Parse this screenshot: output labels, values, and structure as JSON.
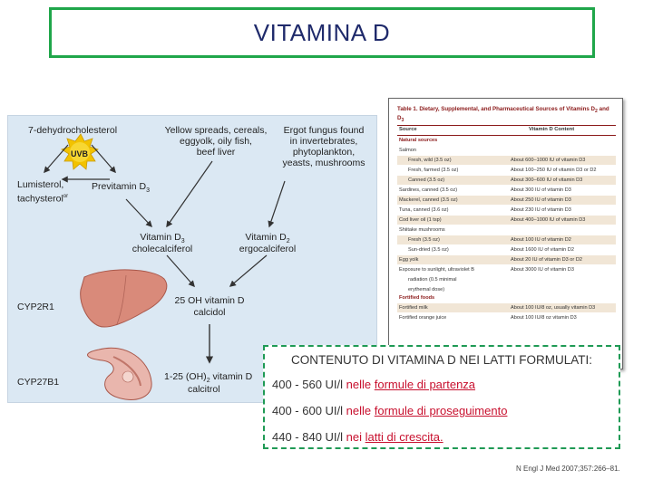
{
  "title": "VITAMINA D",
  "diagram": {
    "dehydro": "7-dehydrocholesterol",
    "uvb": "UVB",
    "lumisterol": "Lumisterol,",
    "tachysterol": "tachysterol",
    "tachysterol_sup": "or",
    "previtamin": "Previtamin D",
    "previtamin_sub": "3",
    "yellow_spreads": "Yellow spreads, cereals,\neggyolk, oily fish,\nbeef liver",
    "ergot": "Ergot fungus found\nin invertebrates,\nphytoplankton,\nyeasts, mushrooms",
    "vitd3": "Vitamin D",
    "vitd3_sub": "3",
    "vitd3_name": "cholecalciferol",
    "vitd2": "Vitamin D",
    "vitd2_sub": "2",
    "vitd2_name": "ergocalciferol",
    "cyp2r1": "CYP2R1",
    "oh25": "25 OH vitamin D",
    "calcidol": "calcidol",
    "cyp27b1": "CYP27B1",
    "oh125_prefix": "1-25 (OH)",
    "oh125_sub": "2",
    "oh125_suffix": " vitamin D",
    "calcitrol": "calcitrol"
  },
  "table": {
    "caption_bold": "Table 1.",
    "caption": " Dietary, Supplemental, and Pharmaceutical Sources of Vitamins D",
    "caption_sub": "2",
    "caption_end": "and D",
    "caption_sub2": "3",
    "col_source": "Source",
    "col_content": "Vitamin D Content",
    "section_natural": "Natural sources",
    "section_fortified": "Fortified foods",
    "rows": [
      {
        "source": "Salmon",
        "value": "",
        "indent": false,
        "shade": false
      },
      {
        "source": "Fresh, wild (3.5 oz)",
        "value": "About 600–1000 IU of vitamin D3",
        "indent": true,
        "shade": true
      },
      {
        "source": "Fresh, farmed (3.5 oz)",
        "value": "About 100–250 IU of vitamin D3 or D2",
        "indent": true,
        "shade": false
      },
      {
        "source": "Canned (3.5 oz)",
        "value": "About 300–600 IU of vitamin D3",
        "indent": true,
        "shade": true
      },
      {
        "source": "Sardines, canned (3.5 oz)",
        "value": "About 300 IU of vitamin D3",
        "indent": false,
        "shade": false
      },
      {
        "source": "Mackerel, canned (3.5 oz)",
        "value": "About 250 IU of vitamin D3",
        "indent": false,
        "shade": true
      },
      {
        "source": "Tuna, canned (3.6 oz)",
        "value": "About 230 IU of vitamin D3",
        "indent": false,
        "shade": false
      },
      {
        "source": "Cod liver oil (1 tsp)",
        "value": "About 400–1000 IU of vitamin D3",
        "indent": false,
        "shade": true
      },
      {
        "source": "Shiitake mushrooms",
        "value": "",
        "indent": false,
        "shade": false
      },
      {
        "source": "Fresh (3.5 oz)",
        "value": "About 100 IU of vitamin D2",
        "indent": true,
        "shade": true
      },
      {
        "source": "Sun-dried (3.5 oz)",
        "value": "About 1600 IU of vitamin D2",
        "indent": true,
        "shade": false
      },
      {
        "source": "Egg yolk",
        "value": "About 20 IU of vitamin D3 or D2",
        "indent": false,
        "shade": true
      },
      {
        "source": "Exposure to sunlight, ultraviolet B",
        "value": "About 3000 IU of vitamin D3",
        "indent": false,
        "shade": false
      },
      {
        "source": "radiation (0.5 minimal",
        "value": "",
        "indent": true,
        "shade": false
      },
      {
        "source": "erythemal dose)",
        "value": "",
        "indent": true,
        "shade": false
      }
    ],
    "fortified_rows": [
      {
        "source": "Fortified milk",
        "value": "About 100 IU/8 oz, usually vitamin D3",
        "shade": true
      },
      {
        "source": "Fortified orange juice",
        "value": "About 100 IU/8 oz vitamin D3",
        "shade": false
      }
    ]
  },
  "overlay": {
    "heading": "CONTENUTO DI VITAMINA D NEI LATTI FORMULATI:",
    "line1_value": "400 - 560 UI/l ",
    "line1_word": "nelle",
    "line1_link": "formule di partenza",
    "line2_value": "400 - 600 UI/l ",
    "line2_word": "nelle",
    "line2_link": "formule di proseguimento",
    "line3_value": "440 - 840 UI/l ",
    "line3_word": "nei",
    "line3_link": "latti di crescita."
  },
  "citation": "N Engl J Med 2007;357:266–81.",
  "colors": {
    "title_border": "#1fa64a",
    "title_text": "#1f2a6b",
    "highlight_red": "#c8102e",
    "overlay_border": "#1f9a55",
    "diagram_bg": "#dbe8f3",
    "uvb_sun": "#f2c200"
  }
}
